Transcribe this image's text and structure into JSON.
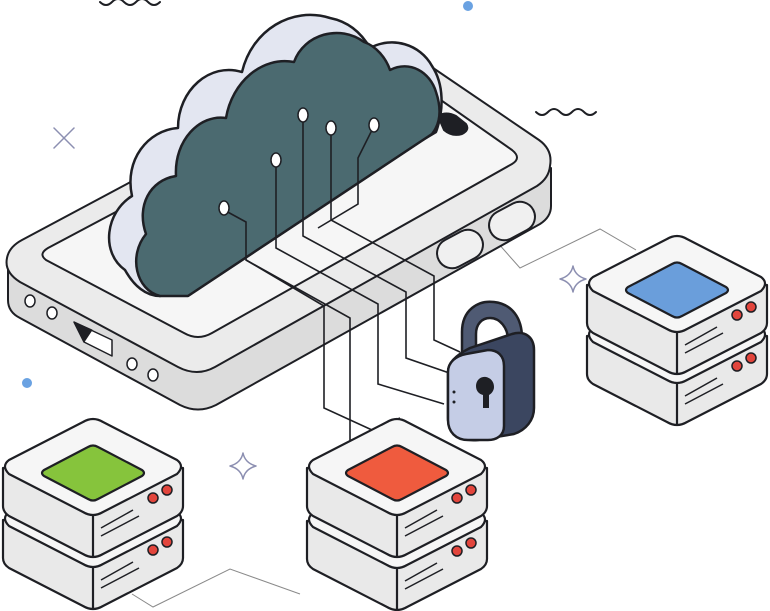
{
  "illustration": {
    "subject": "cloud-storage-isometric",
    "colors": {
      "outline": "#1e1f24",
      "device_body": "#ebebeb",
      "device_shade": "#dcdcdc",
      "device_screen": "#f6f6f6",
      "cloud_fill": "#4b6a70",
      "cloud_rim": "#e3e6f1",
      "lock_body": "#3b4660",
      "lock_face": "#c5cde6",
      "lock_shackle": "#4f5a73",
      "server_body": "#e9e9e9",
      "server_top": "#f6f6f6",
      "led_red": "#e2453c",
      "accent_dots": "#6aa2e2",
      "sparkle_stroke": "#8c8fb1"
    },
    "servers": [
      {
        "name": "server-stack-blue",
        "screen_color": "#6a9edb"
      },
      {
        "name": "server-stack-green",
        "screen_color": "#86c43c"
      },
      {
        "name": "server-stack-red",
        "screen_color": "#ef5b3e"
      }
    ],
    "icons": [
      "cloud-icon",
      "padlock-icon",
      "sparkle-icon",
      "wave-icon",
      "cross-icon",
      "dot-icon"
    ]
  }
}
